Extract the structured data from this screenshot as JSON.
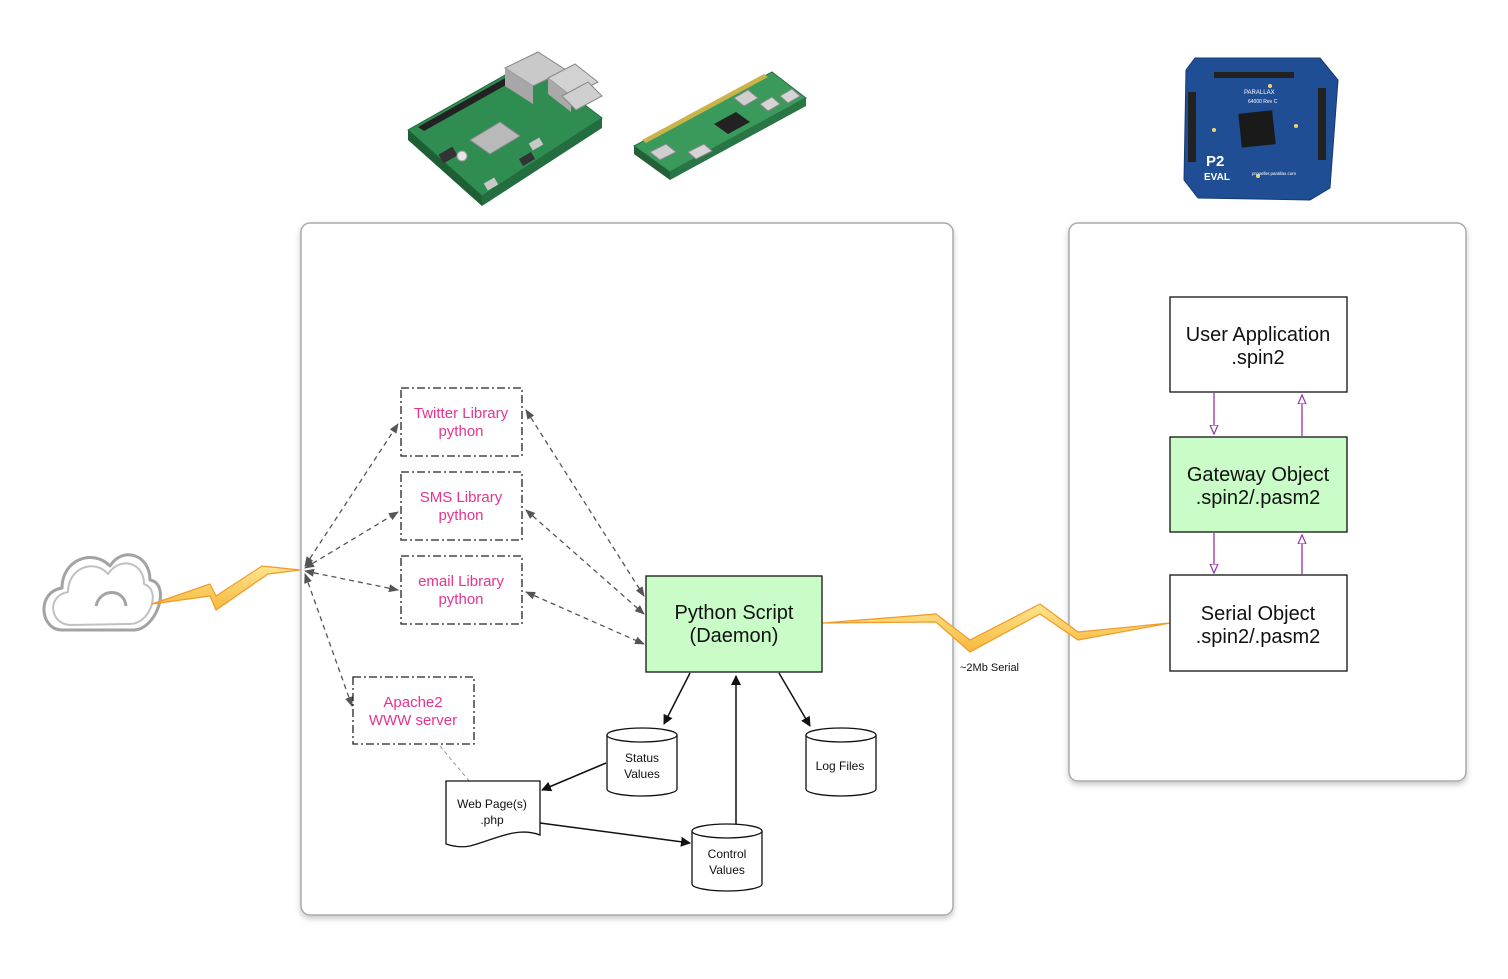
{
  "nodes": {
    "twitter": {
      "line1": "Twitter Library",
      "line2": "python"
    },
    "sms": {
      "line1": "SMS Library",
      "line2": "python"
    },
    "email": {
      "line1": "email Library",
      "line2": "python"
    },
    "apache": {
      "line1": "Apache2",
      "line2": "WWW server"
    },
    "python": {
      "line1": "Python Script",
      "line2": "(Daemon)"
    },
    "status": {
      "line1": "Status",
      "line2": "Values"
    },
    "logfiles": {
      "line1": "Log Files"
    },
    "webpage": {
      "line1": "Web Page(s)",
      "line2": ".php"
    },
    "control": {
      "line1": "Control",
      "line2": "Values"
    },
    "userapp": {
      "line1": "User Application",
      "line2": ".spin2"
    },
    "gateway": {
      "line1": "Gateway Object",
      "line2": ".spin2/.pasm2"
    },
    "serialobj": {
      "line1": "Serial Object",
      "line2": ".spin2/.pasm2"
    }
  },
  "links": {
    "serial_label": "~2Mb Serial"
  },
  "boards": {
    "p2": {
      "brand": "PARALLAX",
      "model": "64000 Rev C",
      "name": "P2",
      "sub": "EVAL",
      "url": "propeller.parallax.com"
    }
  },
  "colors": {
    "library_text": "#e6338f",
    "highlight_fill": "#c9fcc7",
    "serial_arrows": "#9933aa",
    "lightning_fill": "#fcd56a",
    "lightning_edge": "#f09a2a",
    "board_green": "#2f8d52",
    "board_blue": "#1f4e95"
  },
  "icons": [
    "cloud-icon",
    "raspberry-pi-4-board-icon",
    "raspberry-pi-zero-board-icon",
    "p2-eval-board-icon",
    "lightning-link-icon"
  ]
}
